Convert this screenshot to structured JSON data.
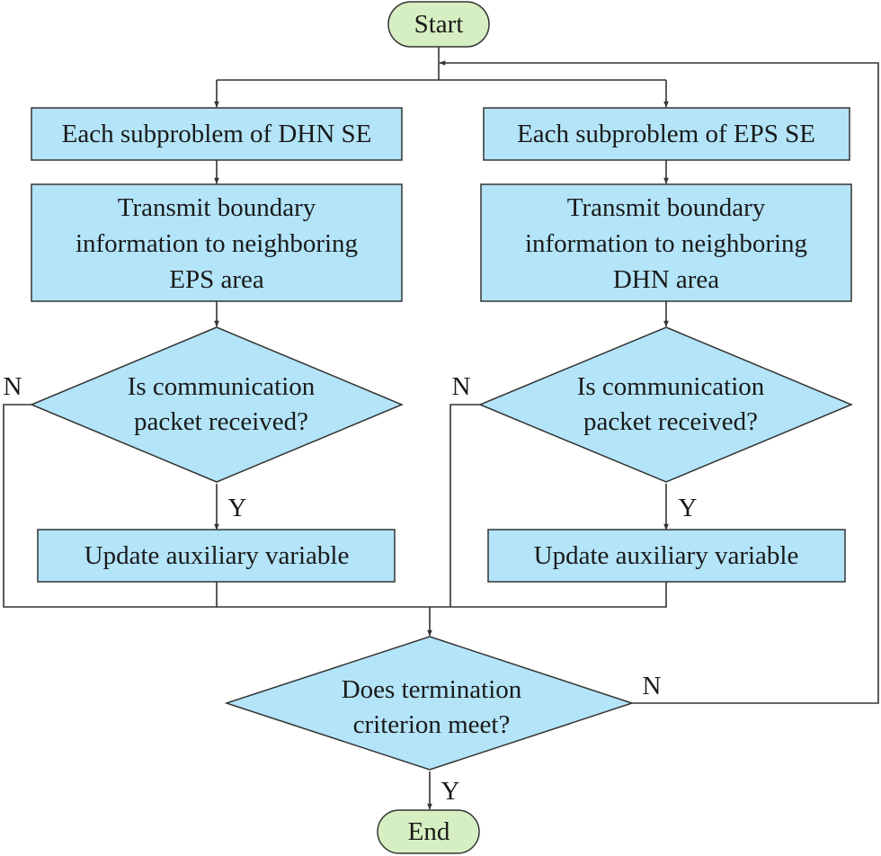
{
  "colors": {
    "process_fill": "#b3e4f8",
    "terminal_fill": "#d6efc2",
    "stroke": "#333333"
  },
  "nodes": {
    "start": "Start",
    "dhn_subproblem": "Each subproblem of DHN SE",
    "eps_subproblem": "Each subproblem of EPS SE",
    "dhn_transmit": [
      "Transmit boundary",
      "information to neighboring",
      "EPS area"
    ],
    "eps_transmit": [
      "Transmit boundary",
      "information to neighboring",
      "DHN area"
    ],
    "dhn_decision": [
      "Is communication",
      "packet received?"
    ],
    "eps_decision": [
      "Is communication",
      "packet received?"
    ],
    "dhn_update": "Update auxiliary variable",
    "eps_update": "Update auxiliary variable",
    "termination_decision": [
      "Does termination",
      "criterion meet?"
    ],
    "end": "End"
  },
  "edge_labels": {
    "dhn_no": "N",
    "dhn_yes": "Y",
    "eps_no": "N",
    "eps_yes": "Y",
    "term_no": "N",
    "term_yes": "Y"
  }
}
